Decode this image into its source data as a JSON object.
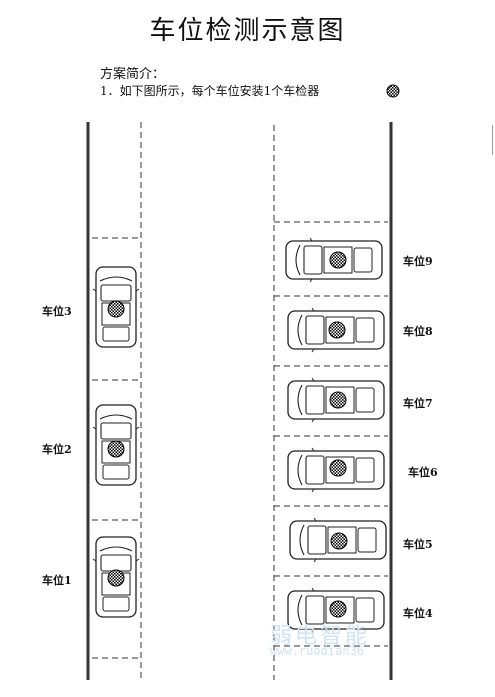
{
  "title": "车位检测示意图",
  "intro_label": "方案简介：",
  "step_1": "1．如下图所示，每个车位安装1个车检器",
  "watermark": "弱电智能",
  "watermark_url": "www.ruodian36",
  "detector_icon": "crosshatched-circle-icon",
  "spaces_left": [
    {
      "label": "车位3"
    },
    {
      "label": "车位2"
    },
    {
      "label": "车位1"
    }
  ],
  "spaces_right": [
    {
      "label": "车位9"
    },
    {
      "label": "车位8"
    },
    {
      "label": "车位7"
    },
    {
      "label": "车位6"
    },
    {
      "label": "车位5"
    },
    {
      "label": "车位4"
    }
  ]
}
